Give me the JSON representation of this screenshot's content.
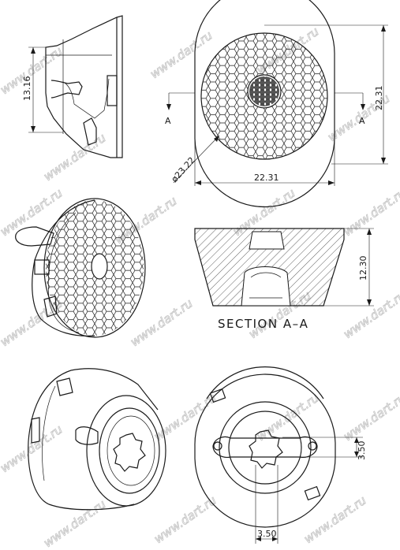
{
  "dimensions": {
    "side_height": "13.16",
    "top_height": "22.31",
    "top_width": "22.31",
    "diameter": "ø23.22",
    "section_height": "12.30",
    "slot_height": "3.50",
    "slot_width": "3.50"
  },
  "section": {
    "marker_left": "A",
    "marker_right": "A",
    "caption": "SECTION A–A"
  },
  "watermark": "www.dart.ru"
}
